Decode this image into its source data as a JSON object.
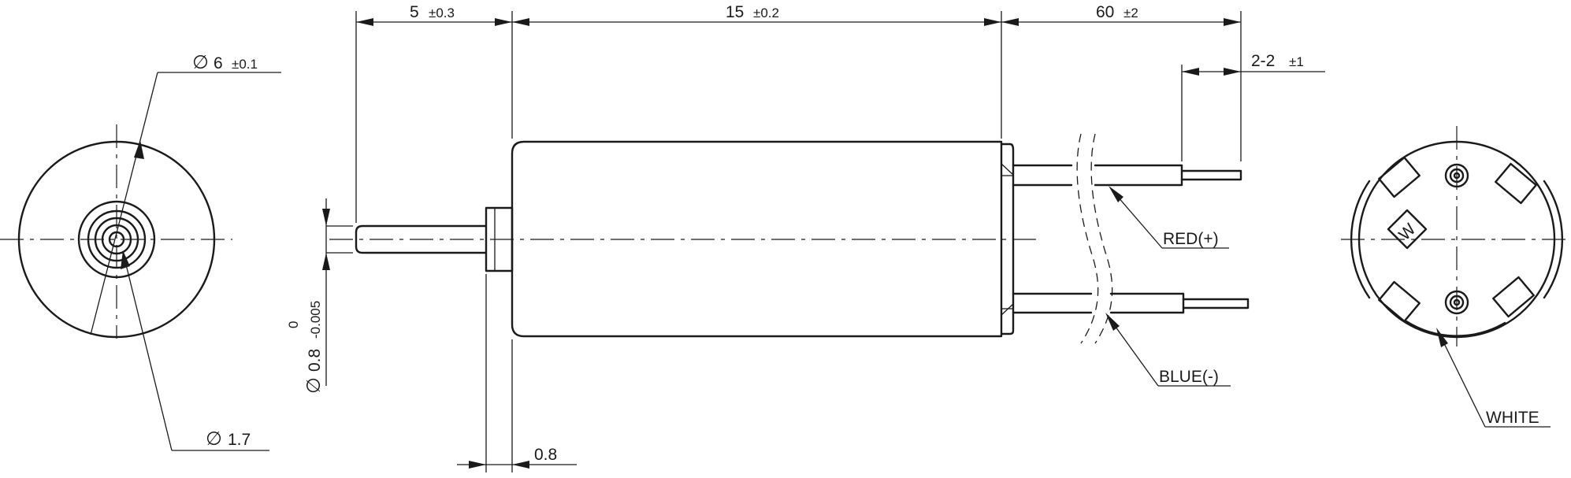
{
  "dimensions": {
    "shaft_length": {
      "value": "5",
      "tolerance": "±0.3"
    },
    "body_length": {
      "value": "15",
      "tolerance": "±0.2"
    },
    "lead_length": {
      "value": "60",
      "tolerance": "±2"
    },
    "strip_length": {
      "value": "2-2",
      "tolerance": "±1"
    },
    "body_diameter": {
      "symbol": "∅",
      "value": "6",
      "tolerance": "±0.1"
    },
    "boss_diameter": {
      "symbol": "∅",
      "value": "1.7"
    },
    "shaft_diameter": {
      "symbol": "∅",
      "value": "0.8",
      "upper": "0",
      "lower": "-0.005"
    },
    "flange_thickness": {
      "value": "0.8"
    }
  },
  "wires": {
    "red": "RED(+)",
    "blue": "BLUE(-)",
    "white": "WHITE"
  }
}
